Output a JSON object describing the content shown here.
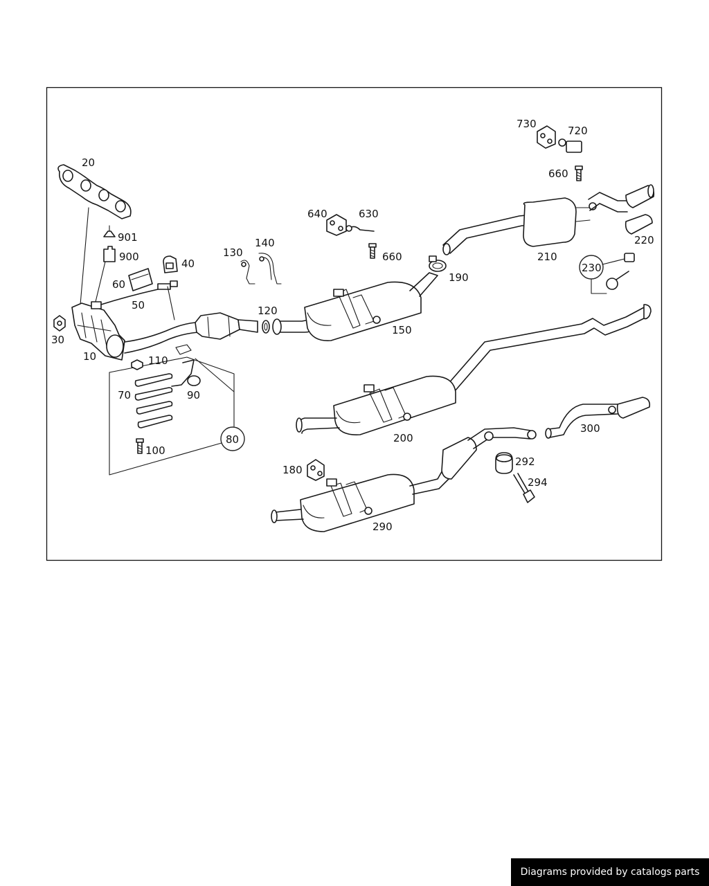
{
  "diagram": {
    "labels": {
      "p10": "10",
      "p20": "20",
      "p30": "30",
      "p40": "40",
      "p50": "50",
      "p60": "60",
      "p70": "70",
      "p80": "80",
      "p90": "90",
      "p100": "100",
      "p110": "110",
      "p120": "120",
      "p130": "130",
      "p140": "140",
      "p150": "150",
      "p180": "180",
      "p190": "190",
      "p200": "200",
      "p210": "210",
      "p220": "220",
      "p230": "230",
      "p290": "290",
      "p292": "292",
      "p294": "294",
      "p300": "300",
      "p630": "630",
      "p640": "640",
      "p660a": "660",
      "p660b": "660",
      "p720": "720",
      "p730": "730",
      "p900": "900",
      "p901": "901"
    }
  },
  "footer": {
    "credit": "Diagrams provided by catalogs parts"
  },
  "colors": {
    "ink": "#1a1a1a",
    "background": "#ffffff",
    "credit_bg": "#000000",
    "credit_text": "#ffffff"
  }
}
